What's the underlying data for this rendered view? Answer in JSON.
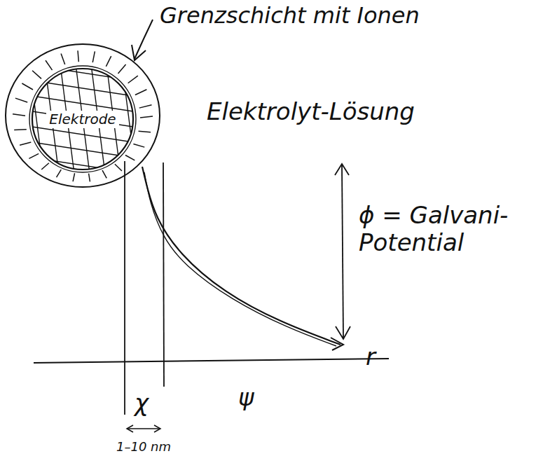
{
  "diagram": {
    "nodes": [
      {
        "text": [
          "Elektrode"
        ]
      }
    ],
    "labels": [
      "Grenzschicht mit Ionen",
      "Elektrolyt-Lösung",
      "ϕ = Galvani-Potential",
      "r",
      "χ",
      "ψ",
      "1–10 nm"
    ]
  }
}
